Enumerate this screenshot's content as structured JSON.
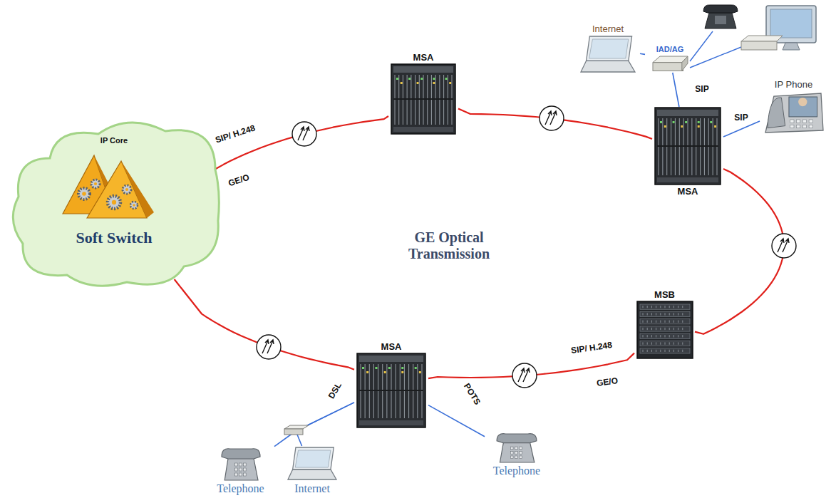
{
  "diagram": {
    "nodes": [
      {
        "text": [
          "IP Core",
          "Soft Switch"
        ]
      },
      {
        "text": [
          "MSA"
        ]
      },
      {
        "text": [
          "MSA"
        ]
      },
      {
        "text": [
          "MSB"
        ]
      },
      {
        "text": [
          "MSA"
        ]
      },
      {
        "text": [
          "IAD/AG"
        ]
      },
      {
        "text": [
          "IP Phone"
        ]
      },
      {
        "text": [
          "Internet"
        ]
      },
      {
        "text": [
          "Telephone"
        ]
      },
      {
        "text": [
          "Telephone"
        ]
      },
      {
        "text": [
          "Internet"
        ]
      }
    ],
    "edges": [
      {
        "from": 0,
        "to": 1,
        "arrow": "none"
      },
      {
        "from": 1,
        "to": 2,
        "arrow": "none"
      },
      {
        "from": 2,
        "to": 3,
        "arrow": "none"
      },
      {
        "from": 3,
        "to": 4,
        "arrow": "none"
      },
      {
        "from": 4,
        "to": 0,
        "arrow": "none"
      },
      {
        "from": 2,
        "to": 5,
        "label": "SIP",
        "arrow": "none"
      },
      {
        "from": 2,
        "to": 6,
        "label": "SIP",
        "arrow": "none"
      },
      {
        "from": 5,
        "to": 7,
        "arrow": "none"
      },
      {
        "from": 4,
        "to": 8,
        "label": "POTS",
        "arrow": "none"
      },
      {
        "from": 4,
        "to": 9,
        "label": "DSL",
        "arrow": "none"
      },
      {
        "from": 4,
        "to": 10,
        "arrow": "none"
      }
    ],
    "labels": [
      "SIP/ H.248",
      "GE/O",
      "GE Optical Transmission",
      "SIP/ H.248",
      "GE/O"
    ]
  }
}
